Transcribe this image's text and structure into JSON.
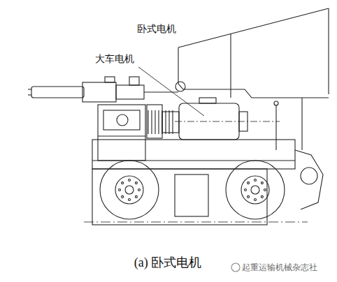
{
  "diagram": {
    "caption": "(a) 卧式电机",
    "labels": [
      "卧式电机",
      "大车电机",
      "起重运输机械杂志社"
    ]
  }
}
